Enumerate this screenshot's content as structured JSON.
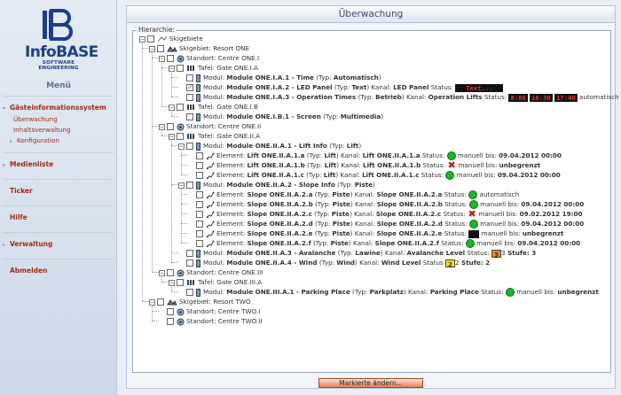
{
  "logo": {
    "brand": "InfoBASE",
    "tag": "SOFTWARE ENGINEERING"
  },
  "menu": {
    "title": "Menü",
    "items": [
      {
        "label": "Gästeinformationssystem",
        "sub": [
          "Überwachung",
          "Inhaltsverwaltung",
          "Konfiguration"
        ]
      },
      {
        "label": "Medienliste"
      },
      {
        "label": "Ticker"
      },
      {
        "label": "Hilfe"
      },
      {
        "label": "Verwaltung"
      },
      {
        "label": "Abmelden"
      }
    ]
  },
  "page": {
    "title": "Überwachung",
    "legend": "Hierarchie:",
    "submit": "Markierte ändern..."
  },
  "tree": {
    "root": "Skigebiete",
    "r1": "Skigebiet: Resort ONE",
    "s1": "Standort: Centre ONE.I",
    "t1": "Tafel: Gate ONE.I.A",
    "m1": {
      "a": "Modul: ",
      "b": "Module ONE.I.A.1 - Time",
      "c": " (Typ: ",
      "d": "Automatisch",
      "e": ")"
    },
    "m2": {
      "a": "Modul: ",
      "b": "Module ONE.I.A.2 - LED Panel",
      "c": " (Typ: ",
      "d": "Text",
      "e": ") Kanal: ",
      "f": "LED Panel",
      "g": " Status: ",
      "h": "Text..."
    },
    "m3": {
      "a": "Modul: ",
      "b": "Module ONE.I.A.3 - Operation Times",
      "c": " (Typ: ",
      "d": "Betrieb",
      "e": ") Kanal: ",
      "f": "Operation Lifts",
      "g": " Status: ",
      "h1": "8:00",
      "h2": "16:30",
      "h3": "17:40",
      "i": " automatisch"
    },
    "t2": "Tafel: Gate ONE.I.B",
    "m4": {
      "a": "Modul: ",
      "b": "Module ONE.I.B.1 - Screen",
      "c": " (Typ: ",
      "d": "Multimedia",
      "e": ")"
    },
    "s2": "Standort: Centre ONE.II",
    "t3": "Tafel: Gate ONE.II.A",
    "m5": {
      "a": "Modul: ",
      "b": "Module ONE.II.A.1 - Lift Info",
      "c": " (Typ: ",
      "d": "Lift",
      "e": ")"
    },
    "e1": {
      "a": "Element: ",
      "b": "Lift ONE.II.A.1.a",
      "c": " (Typ: ",
      "d": "Lift",
      "e": ") Kanal: ",
      "f": "Lift ONE.II.A.1.a",
      "g": " Status: ",
      "h": " manuell bis: ",
      "i": "09.04.2012 00:00"
    },
    "e2": {
      "a": "Element: ",
      "b": "Lift ONE.II.A.1.b",
      "c": " (Typ: ",
      "d": "Lift",
      "e": ") Kanal: ",
      "f": "Lift ONE.II.A.1.b",
      "g": " Status: ",
      "h": " manuell bis: ",
      "i": "unbegrenzt"
    },
    "e3": {
      "a": "Element: ",
      "b": "Lift ONE.II.A.1.c",
      "c": " (Typ: ",
      "d": "Lift",
      "e": ") Kanal: ",
      "f": "Lift ONE.II.A.1.c",
      "g": " Status: ",
      "h": " manuell bis: ",
      "i": "09.04.2012 00:00"
    },
    "m6": {
      "a": "Modul: ",
      "b": "Module ONE.II.A.2 - Slope Info",
      "c": " (Typ: ",
      "d": "Piste",
      "e": ")"
    },
    "e4": {
      "a": "Element: ",
      "b": "Slope ONE.II.A.2.a",
      "c": " (Typ: ",
      "d": "Piste",
      "e": ") Kanal: ",
      "f": "Slope ONE.II.A.2.a",
      "g": " Status: ",
      "h": " automatisch",
      "i": ""
    },
    "e5": {
      "a": "Element: ",
      "b": "Slope ONE.II.A.2.b",
      "c": " (Typ: ",
      "d": "Piste",
      "e": ") Kanal: ",
      "f": "Slope ONE.II.A.2.b",
      "g": " Status: ",
      "h": " manuell bis: ",
      "i": "09.04.2012 00:00"
    },
    "e6": {
      "a": "Element: ",
      "b": "Slope ONE.II.A.2.c",
      "c": " (Typ: ",
      "d": "Piste",
      "e": ") Kanal: ",
      "f": "Slope ONE.II.A.2.c",
      "g": " Status: ",
      "h": " manuell bis: ",
      "i": "09.02.2012 19:00"
    },
    "e7": {
      "a": "Element: ",
      "b": "Slope ONE.II.A.2.d",
      "c": " (Typ: ",
      "d": "Piste",
      "e": ") Kanal: ",
      "f": "Slope ONE.II.A.2.d",
      "g": " Status: ",
      "h": " manuell bis: ",
      "i": "09.04.2012 00:00"
    },
    "e8": {
      "a": "Element: ",
      "b": "Slope ONE.II.A.2.e",
      "c": " (Typ: ",
      "d": "Piste",
      "e": ") Kanal: ",
      "f": "Slope ONE.II.A.2.e",
      "g": " Status: ",
      "h": " manuell bis: ",
      "i": "unbegrenzt"
    },
    "e9": {
      "a": "Element: ",
      "b": "Slope ONE.II.A.2.f",
      "c": " (Typ: ",
      "d": "Piste",
      "e": ") Kanal: ",
      "f": "Slope ONE.II.A.2.f",
      "g": " Status: ",
      "h": " manuell bis: ",
      "i": "09.04.2012 00:00"
    },
    "m7": {
      "a": "Modul: ",
      "b": "Module ONE.II.A.3 - Avalanche",
      "c": " (Typ: ",
      "d": "Lawine",
      "e": ") Kanal: ",
      "f": "Avalanche Level",
      "g": " Status: ",
      "h": "3",
      "i": " Stufe: 3"
    },
    "m8": {
      "a": "Modul: ",
      "b": "Module ONE.II.A.4 - Wind",
      "c": " (Typ: ",
      "d": "Wind",
      "e": ") Kanal: ",
      "f": "Wind Level",
      "g": " Status ",
      "h": "2",
      "i": " Stufe: 2"
    },
    "s3": "Standort: Centre ONE.III",
    "t4": "Tafel: Gate ONE.III.A",
    "m9": {
      "a": "Modul: ",
      "b": "Module ONE.III.A.1 - Parking Place",
      "c": " (Typ: ",
      "d": "Parkplatz",
      "e": ") Kanal: ",
      "f": "Parking Place",
      "g": " Status: ",
      "h": " manuell bis: ",
      "i": "unbegrenzt"
    },
    "r2": "Skigebiet: Resort TWO",
    "s4": "Standort: Centre TWO.I",
    "s5": "Standort: Centre TWO.II"
  }
}
